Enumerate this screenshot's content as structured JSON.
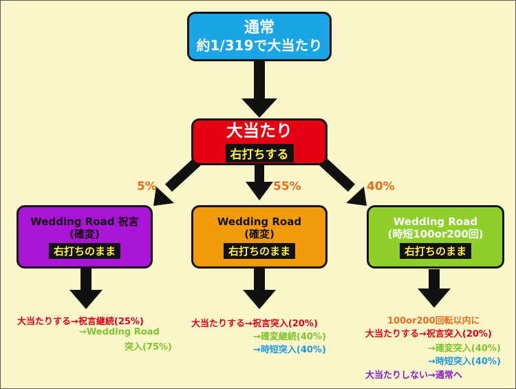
{
  "top": {
    "title": "通常",
    "subtitle": "約1/319で大当たり",
    "color": "#1aa5e6"
  },
  "hit": {
    "title": "大当たり",
    "tag": "右打ちする",
    "color": "#e50012"
  },
  "percents": {
    "left": "5%",
    "center": "55%",
    "right": "40%"
  },
  "left_box": {
    "line1": "Wedding Road 祝言",
    "line2": "(確変)",
    "tag": "右打ちのまま",
    "color": "#a914d6"
  },
  "center_box": {
    "line1": "Wedding Road",
    "line2": "(確変)",
    "tag": "右打ちのまま",
    "color": "#f29a0a"
  },
  "right_box": {
    "line1": "Wedding Road",
    "line2": "(時短100or200回)",
    "tag": "右打ちのまま",
    "color": "#8fcf2c"
  },
  "left_results": [
    "大当たりする→祝言継続(25%)",
    "→Wedding Road",
    "突入(75%)"
  ],
  "center_results": [
    "大当たりする→祝言突入(20%)",
    "→確変継続(40%)",
    "→時短突入(40%)"
  ],
  "right_results": [
    "100or200回転以内に",
    "大当たりする→祝言突入(20%)",
    "→確変突入(40%)",
    "→時短突入(40%)",
    "大当たりしない→通常へ"
  ]
}
